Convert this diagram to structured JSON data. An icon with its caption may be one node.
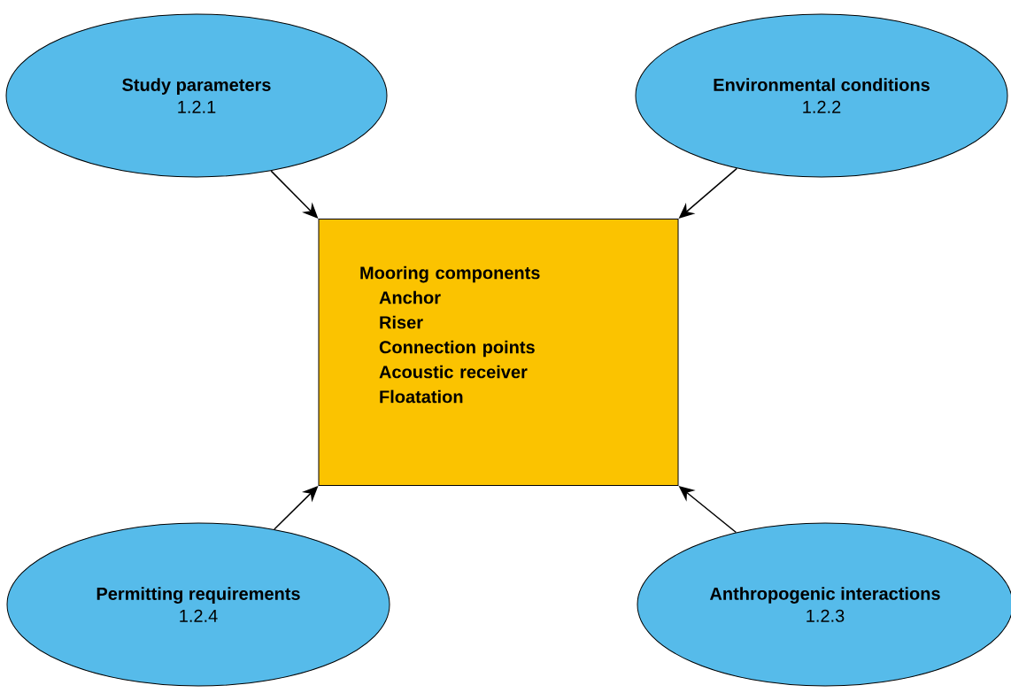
{
  "diagram": {
    "nodes": [
      {
        "text": [
          "Study parameters",
          "1.2.1"
        ]
      },
      {
        "text": [
          "Environmental conditions",
          "1.2.2"
        ]
      },
      {
        "text": [
          "Mooring components",
          "Anchor",
          "Riser",
          "Connection points",
          "Acoustic receiver",
          "Floatation"
        ]
      },
      {
        "text": [
          "Permitting requirements",
          "1.2.4"
        ]
      },
      {
        "text": [
          "Anthropogenic interactions",
          "1.2.3"
        ]
      }
    ],
    "edges": [
      {
        "from": 0,
        "to": 2,
        "arrow": "to"
      },
      {
        "from": 1,
        "to": 2,
        "arrow": "to"
      },
      {
        "from": 3,
        "to": 2,
        "arrow": "to"
      },
      {
        "from": 4,
        "to": 2,
        "arrow": "to"
      }
    ]
  }
}
